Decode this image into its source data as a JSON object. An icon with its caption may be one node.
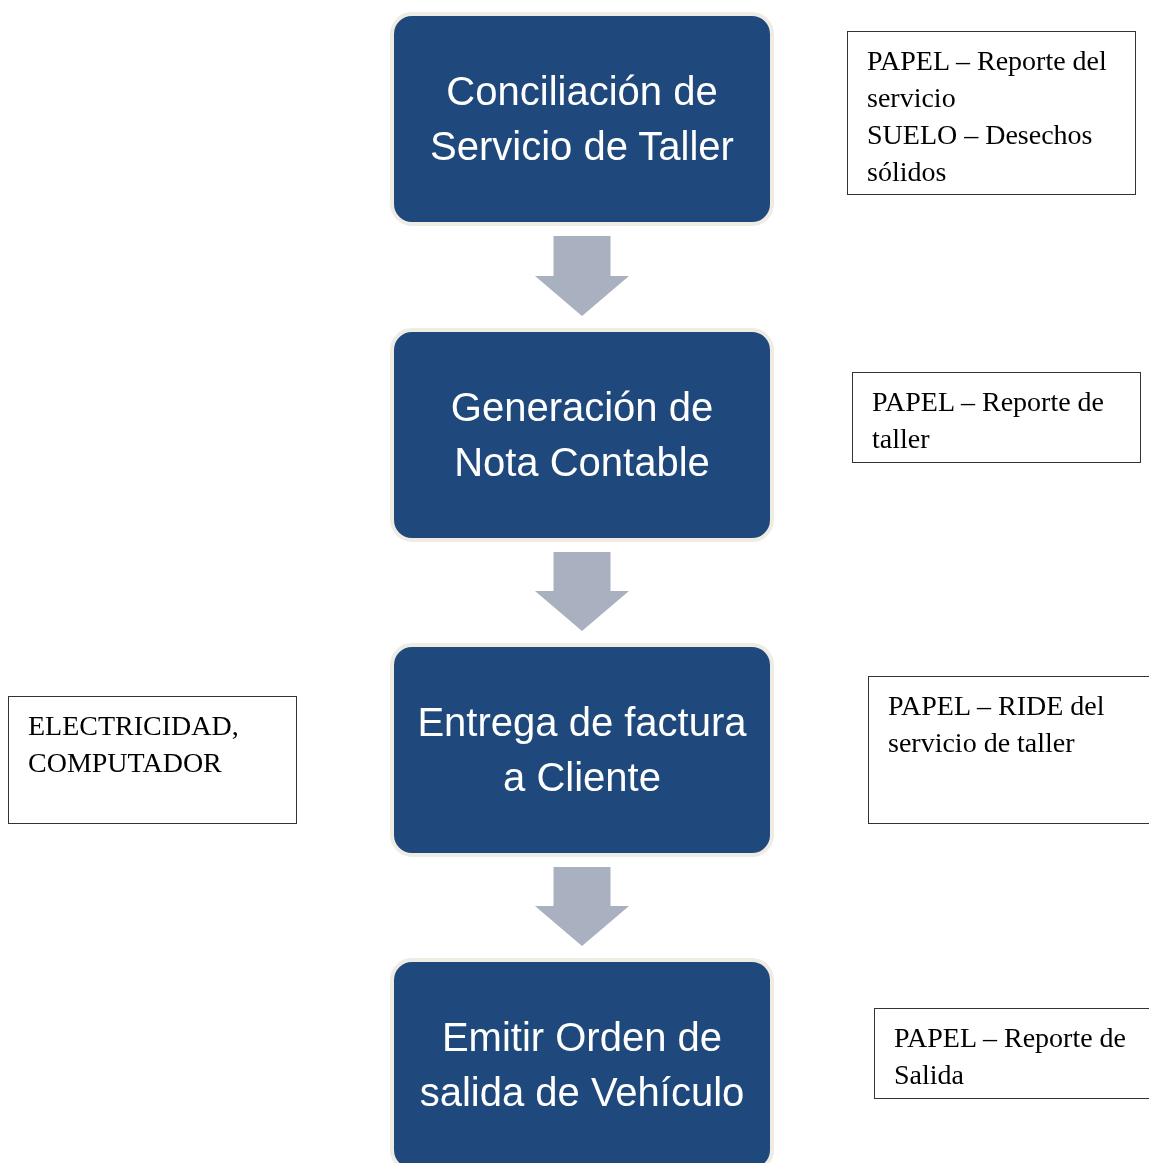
{
  "diagram": {
    "nodes": [
      {
        "text": [
          "Conciliación de Servicio de Taller"
        ]
      },
      {
        "text": [
          "PAPEL – Reporte del servicio",
          "SUELO – Desechos sólidos"
        ]
      },
      {
        "text": [
          "Generación de Nota Contable"
        ]
      },
      {
        "text": [
          "PAPEL – Reporte de taller"
        ]
      },
      {
        "text": [
          "ELECTRICIDAD, COMPUTADOR"
        ]
      },
      {
        "text": [
          "Entrega de factura a Cliente"
        ]
      },
      {
        "text": [
          "PAPEL – RIDE del servicio de taller"
        ]
      },
      {
        "text": [
          "Emitir Orden de salida de Vehículo"
        ]
      },
      {
        "text": [
          "PAPEL – Reporte de Salida"
        ]
      }
    ],
    "edges": [
      {
        "from": 0,
        "to": 2,
        "arrow": "to"
      },
      {
        "from": 2,
        "to": 5,
        "arrow": "to"
      },
      {
        "from": 5,
        "to": 7,
        "arrow": "to"
      }
    ]
  }
}
